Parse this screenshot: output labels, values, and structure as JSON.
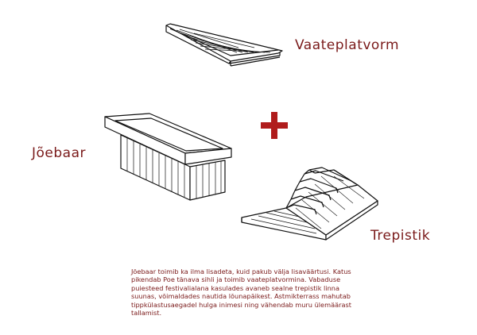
{
  "labels": {
    "vaateplatvorm": "Vaateplatvorm",
    "joebaar": "Jõebaar",
    "trepistik": "Trepistik"
  },
  "description_lines": [
    "Jõebaar toimib ka ilma lisadeta, kuid pakub välja lisaväärtusi. Katus",
    "pikendab Poe tänava sihli ja toimib vaateplatvormina. Vabaduse",
    "puiestееd festivalialana kasulades avaneb sealne trepistik linna",
    "suunas, võimaldades nautida lõunapäikest. Astmikterrass mahutab",
    "tippkülastusaegadel hulga inimesi ning vähendab muru ülemäärast",
    "tallamist."
  ],
  "colors": {
    "accent": "#7a1a1a",
    "plus": "#b01c1c",
    "line": "#111111"
  },
  "icons": {
    "plus": "plus-icon"
  }
}
